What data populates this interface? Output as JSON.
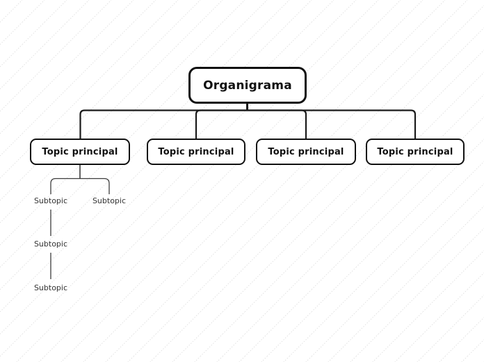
{
  "diagram": {
    "root": {
      "label": "Organigrama",
      "children": [
        {
          "label": "Topic principal",
          "children": [
            {
              "label": "Subtopic",
              "children": [
                {
                  "label": "Subtopic",
                  "children": [
                    {
                      "label": "Subtopic",
                      "children": []
                    }
                  ]
                }
              ]
            },
            {
              "label": "Subtopic",
              "children": []
            }
          ]
        },
        {
          "label": "Topic principal",
          "children": []
        },
        {
          "label": "Topic principal",
          "children": []
        },
        {
          "label": "Topic principal",
          "children": []
        }
      ]
    },
    "colors": {
      "background": "#ffffff",
      "pattern_line": "#e1e1e1",
      "node_border": "#111111",
      "node_fill": "#ffffff",
      "connector": "#1a1a1a",
      "subtopic_connector": "#3c3c3c",
      "node_text": "#111111",
      "subtopic_text": "#333333"
    }
  }
}
